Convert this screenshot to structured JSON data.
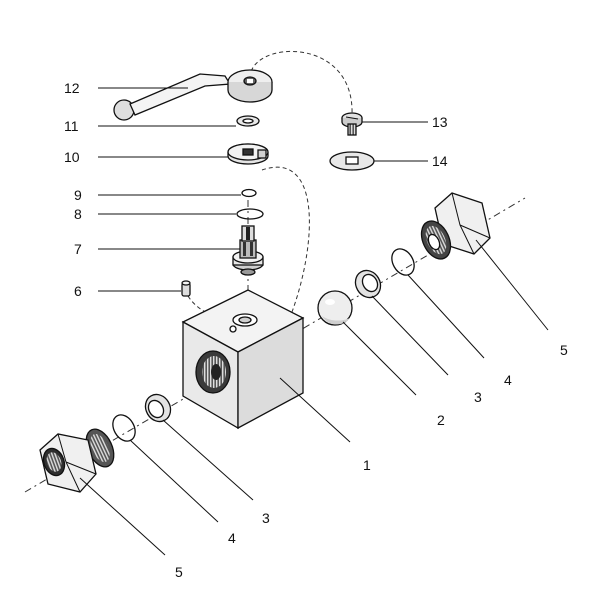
{
  "labels": {
    "l1": "1",
    "l2": "2",
    "l3a": "3",
    "l3b": "3",
    "l4a": "4",
    "l4b": "4",
    "l5a": "5",
    "l5b": "5",
    "l6": "6",
    "l7": "7",
    "l8": "8",
    "l9": "9",
    "l10": "10",
    "l11": "11",
    "l12": "12",
    "l13": "13",
    "l14": "14"
  }
}
